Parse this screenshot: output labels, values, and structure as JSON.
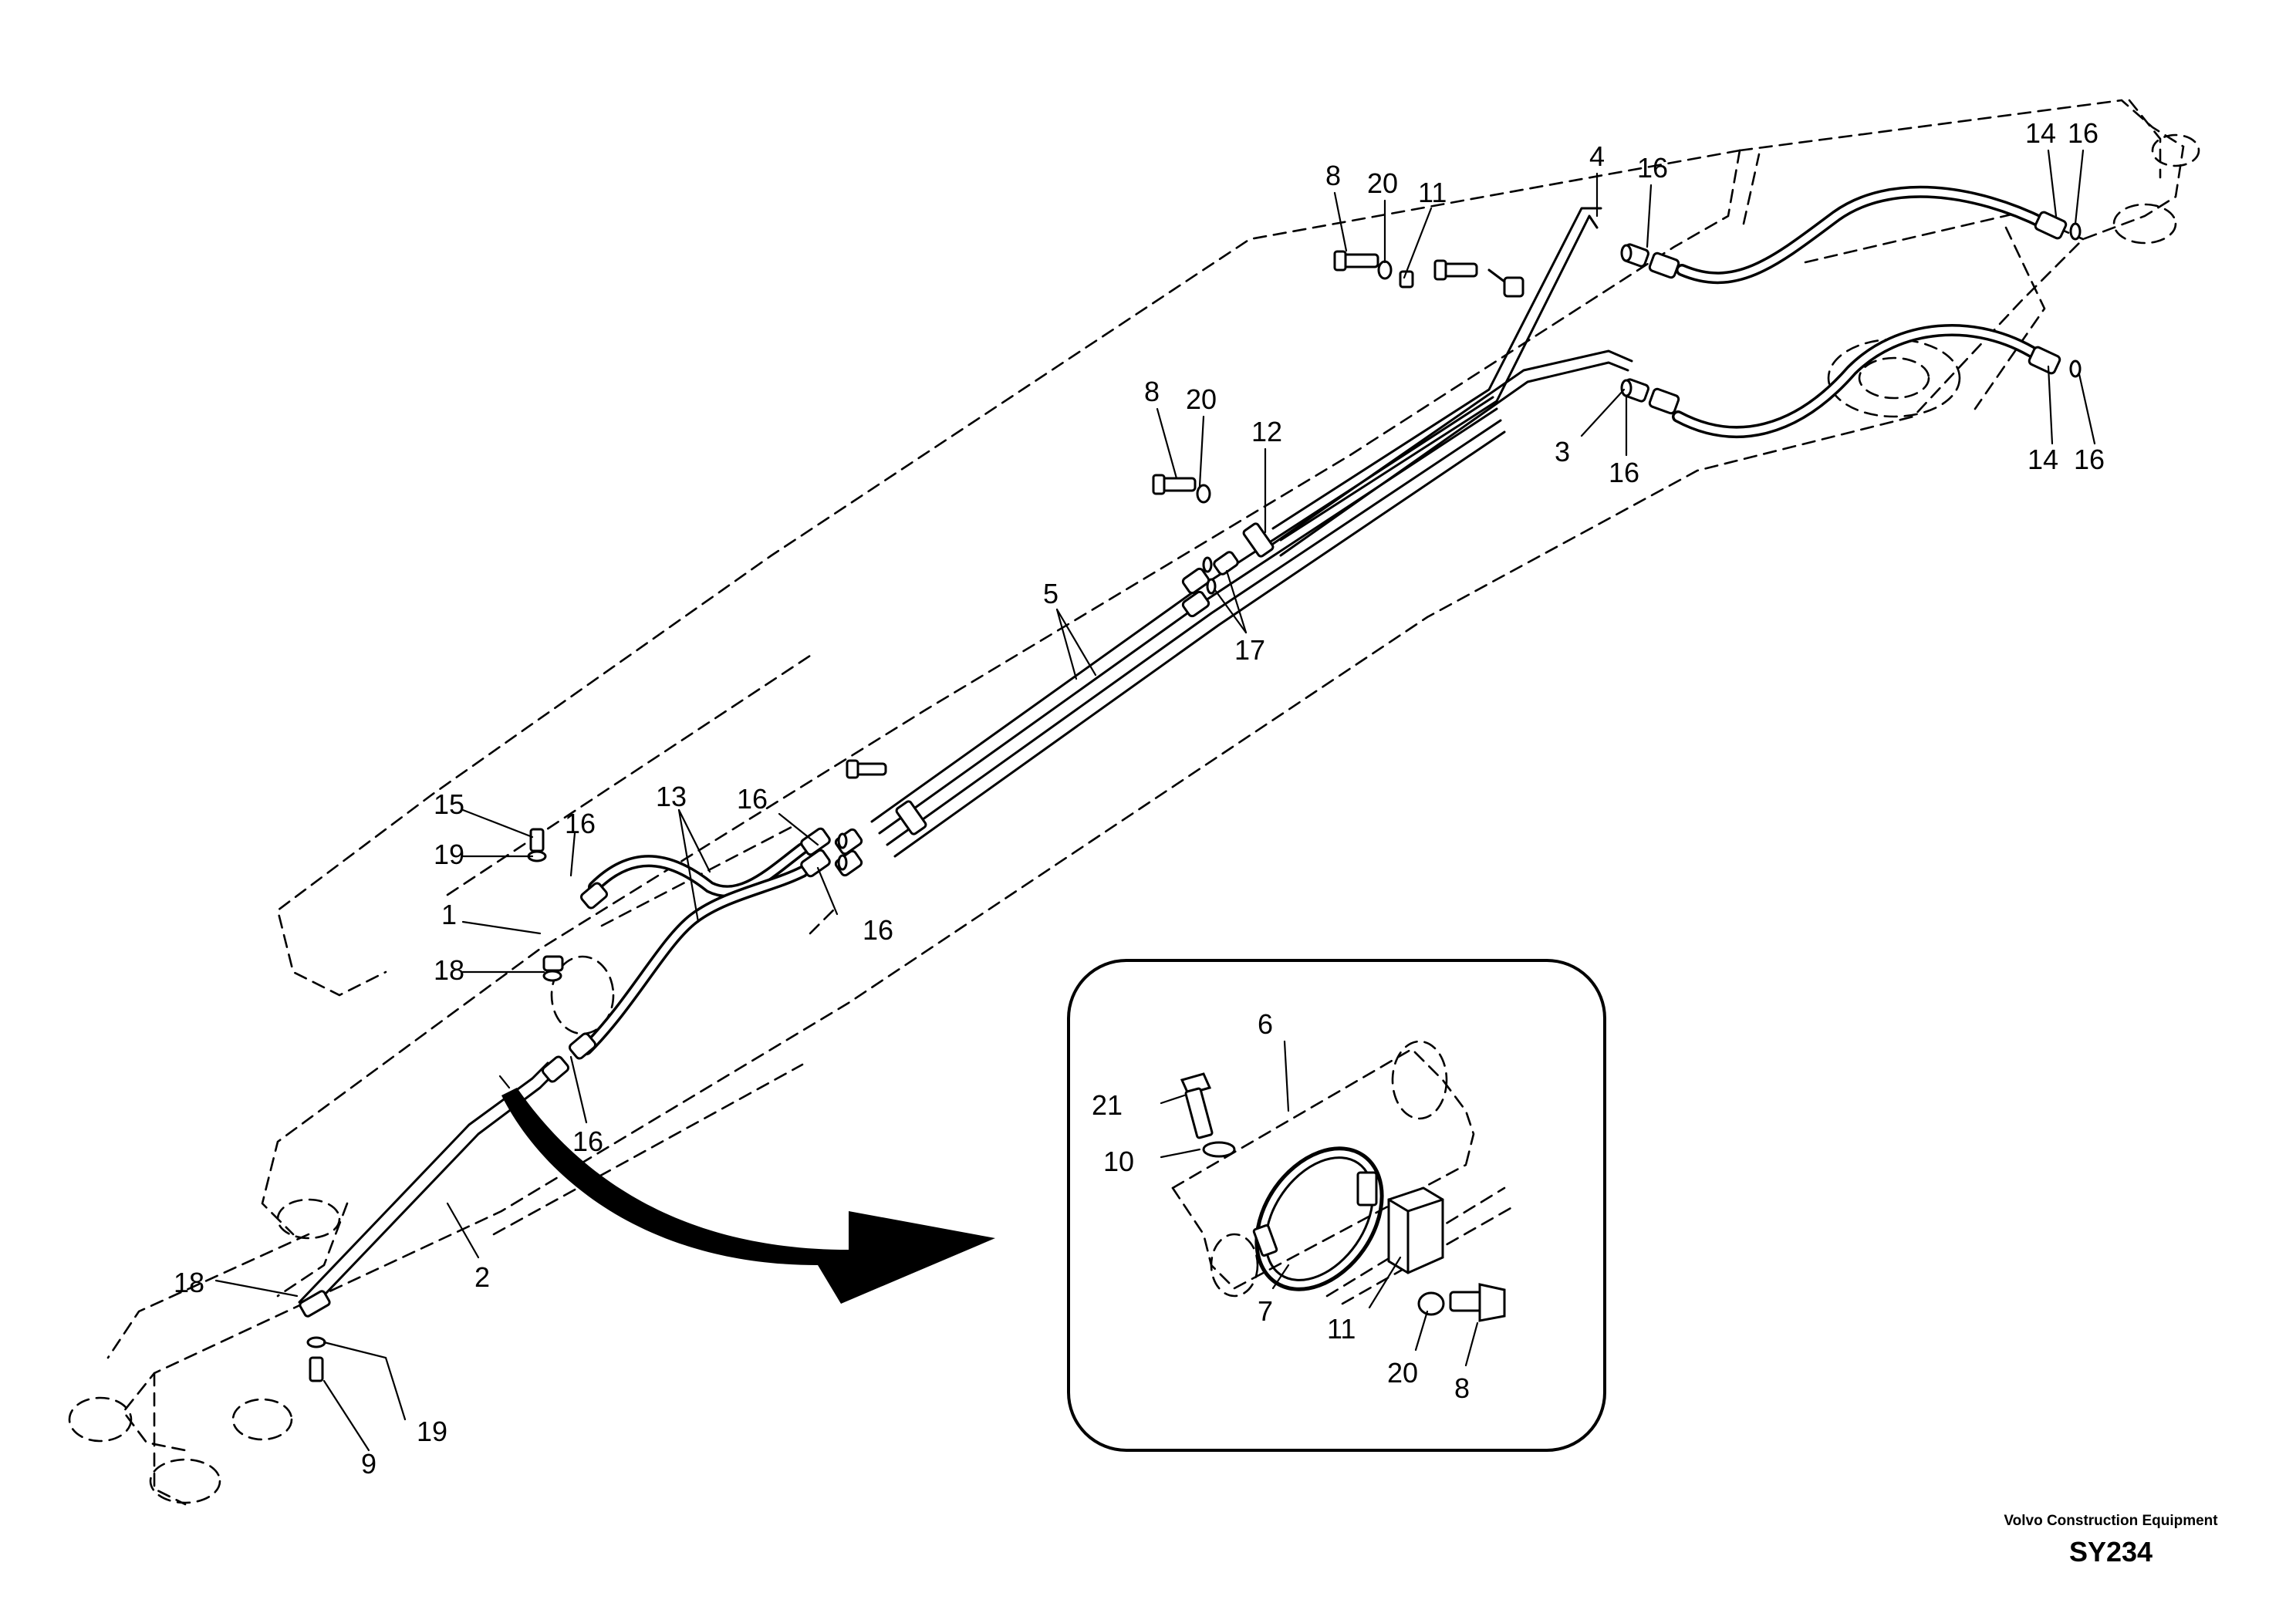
{
  "callouts": [
    {
      "id": "c-8-top",
      "text": "8"
    },
    {
      "id": "c-20-top",
      "text": "20"
    },
    {
      "id": "c-11-top",
      "text": "11"
    },
    {
      "id": "c-4",
      "text": "4"
    },
    {
      "id": "c-16-top",
      "text": "16"
    },
    {
      "id": "c-14-top",
      "text": "14"
    },
    {
      "id": "c-16-topright",
      "text": "16"
    },
    {
      "id": "c-8-mid",
      "text": "8"
    },
    {
      "id": "c-20-mid",
      "text": "20"
    },
    {
      "id": "c-12",
      "text": "12"
    },
    {
      "id": "c-3",
      "text": "3"
    },
    {
      "id": "c-16-mid",
      "text": "16"
    },
    {
      "id": "c-14-right",
      "text": "14"
    },
    {
      "id": "c-16-right",
      "text": "16"
    },
    {
      "id": "c-5",
      "text": "5"
    },
    {
      "id": "c-17",
      "text": "17"
    },
    {
      "id": "c-15",
      "text": "15"
    },
    {
      "id": "c-16-a",
      "text": "16"
    },
    {
      "id": "c-13",
      "text": "13"
    },
    {
      "id": "c-16-b",
      "text": "16"
    },
    {
      "id": "c-19-top",
      "text": "19"
    },
    {
      "id": "c-1",
      "text": "1"
    },
    {
      "id": "c-16-c",
      "text": "16"
    },
    {
      "id": "c-18-top",
      "text": "18"
    },
    {
      "id": "c-16-d",
      "text": "16"
    },
    {
      "id": "c-18-bottom",
      "text": "18"
    },
    {
      "id": "c-2",
      "text": "2"
    },
    {
      "id": "c-19-bottom",
      "text": "19"
    },
    {
      "id": "c-9",
      "text": "9"
    },
    {
      "id": "c-6",
      "text": "6"
    },
    {
      "id": "c-21",
      "text": "21"
    },
    {
      "id": "c-10",
      "text": "10"
    },
    {
      "id": "c-7",
      "text": "7"
    },
    {
      "id": "c-11-detail",
      "text": "11"
    },
    {
      "id": "c-20-detail",
      "text": "20"
    },
    {
      "id": "c-8-detail",
      "text": "8"
    }
  ],
  "brand": {
    "manufacturer": "Volvo Construction Equipment",
    "drawing_code": "SY234"
  }
}
